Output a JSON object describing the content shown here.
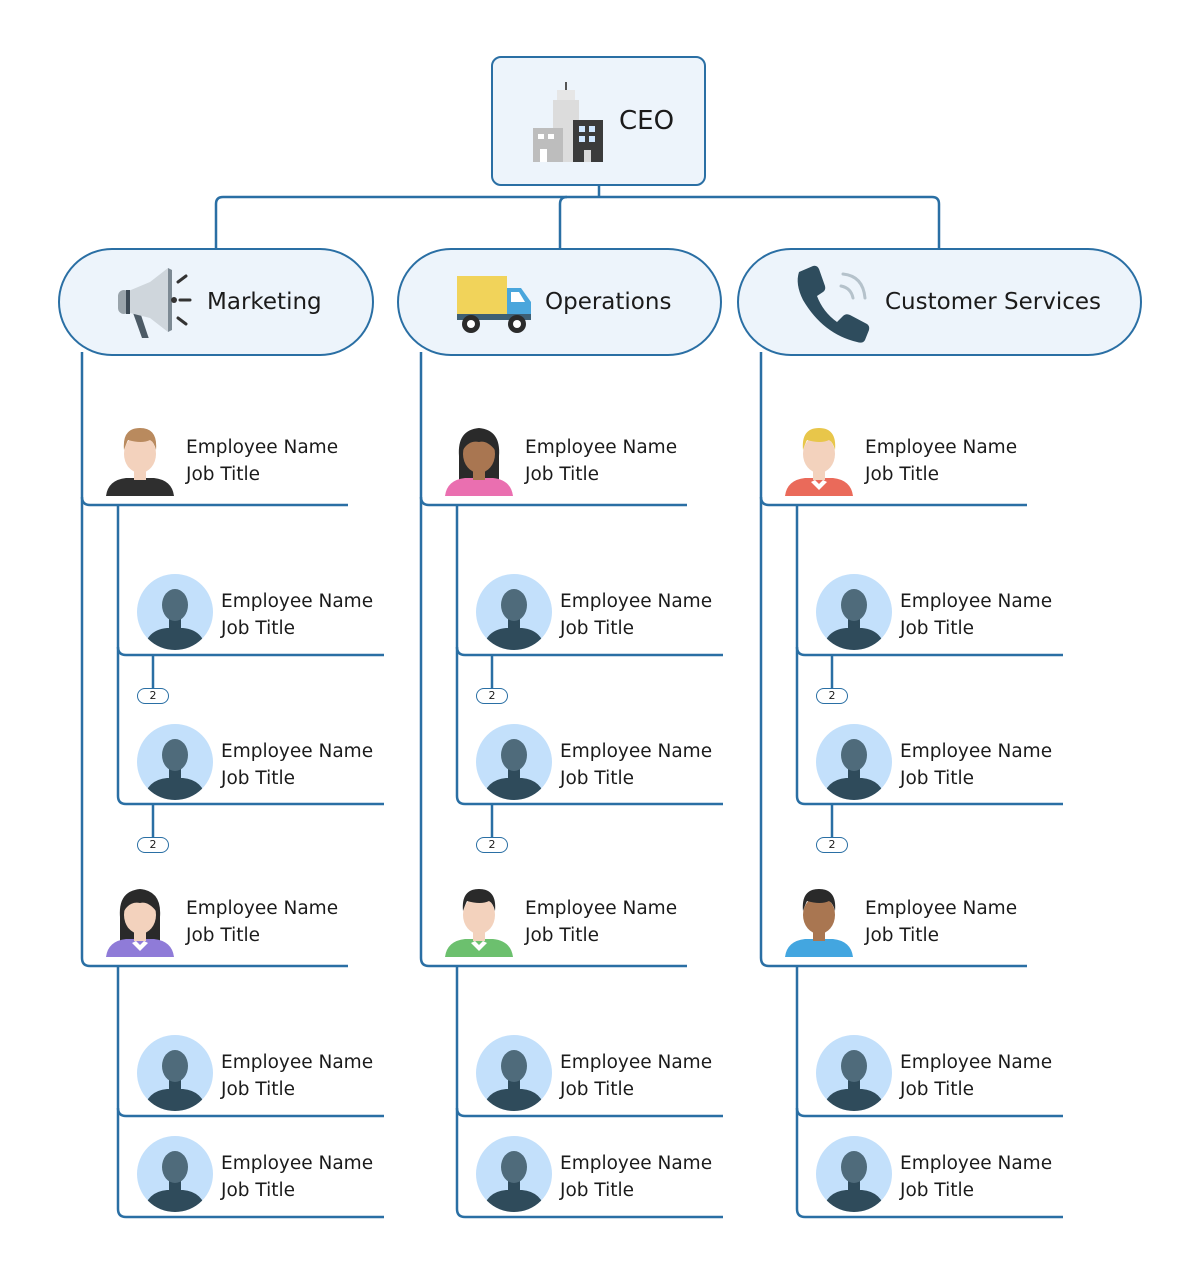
{
  "colors": {
    "line": "#2a6fa4",
    "box_fill": "#edf4fb",
    "avatar_bg": "#c3e0fb",
    "silhouette": "#2f4b5b"
  },
  "root": {
    "label": "CEO",
    "icon": "office-buildings-icon"
  },
  "departments": [
    {
      "label": "Marketing",
      "icon": "megaphone-icon",
      "managers": [
        {
          "name": "Employee Name",
          "title": "Job Title",
          "avatar": "man-brown-hair-black-shirt",
          "reports": [
            {
              "name": "Employee Name",
              "title": "Job Title",
              "badge": "2"
            },
            {
              "name": "Employee Name",
              "title": "Job Title",
              "badge": "2"
            }
          ]
        },
        {
          "name": "Employee Name",
          "title": "Job Title",
          "avatar": "woman-black-hair-purple-shirt",
          "reports": [
            {
              "name": "Employee Name",
              "title": "Job Title"
            },
            {
              "name": "Employee Name",
              "title": "Job Title"
            }
          ]
        }
      ]
    },
    {
      "label": "Operations",
      "icon": "delivery-truck-icon",
      "managers": [
        {
          "name": "Employee Name",
          "title": "Job Title",
          "avatar": "woman-dark-skin-pink-shirt",
          "reports": [
            {
              "name": "Employee Name",
              "title": "Job Title",
              "badge": "2"
            },
            {
              "name": "Employee Name",
              "title": "Job Title",
              "badge": "2"
            }
          ]
        },
        {
          "name": "Employee Name",
          "title": "Job Title",
          "avatar": "man-black-hair-green-shirt",
          "reports": [
            {
              "name": "Employee Name",
              "title": "Job Title"
            },
            {
              "name": "Employee Name",
              "title": "Job Title"
            }
          ]
        }
      ]
    },
    {
      "label": "Customer Services",
      "icon": "phone-ringing-icon",
      "managers": [
        {
          "name": "Employee Name",
          "title": "Job Title",
          "avatar": "man-blond-hair-red-shirt",
          "reports": [
            {
              "name": "Employee Name",
              "title": "Job Title",
              "badge": "2"
            },
            {
              "name": "Employee Name",
              "title": "Job Title",
              "badge": "2"
            }
          ]
        },
        {
          "name": "Employee Name",
          "title": "Job Title",
          "avatar": "man-dark-skin-blue-shirt",
          "reports": [
            {
              "name": "Employee Name",
              "title": "Job Title"
            },
            {
              "name": "Employee Name",
              "title": "Job Title"
            }
          ]
        }
      ]
    }
  ]
}
